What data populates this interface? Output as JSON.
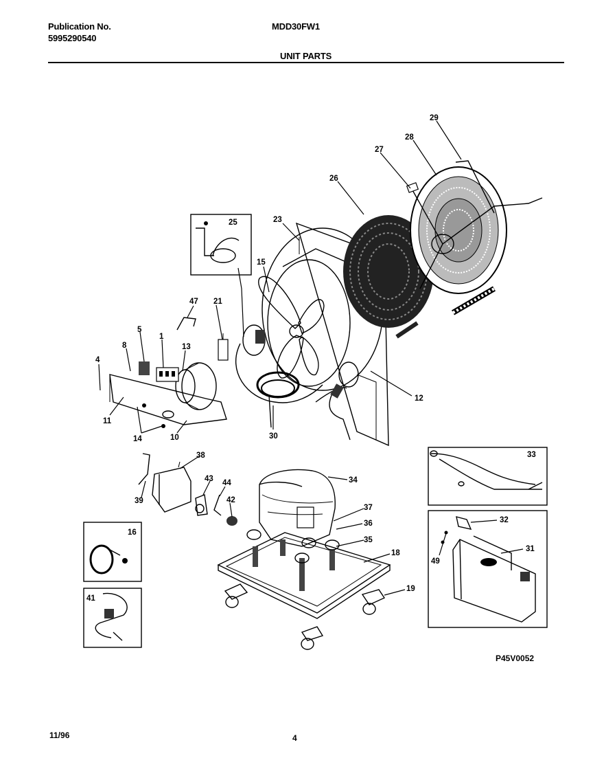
{
  "header": {
    "pub_label": "Publication No.",
    "pub_number": "5995290540",
    "model": "MDD30FW1",
    "section": "UNIT PARTS"
  },
  "diagram": {
    "code": "P45V0052",
    "part_labels": [
      "1",
      "4",
      "5",
      "8",
      "10",
      "11",
      "12",
      "13",
      "14",
      "15",
      "16",
      "18",
      "19",
      "21",
      "23",
      "25",
      "26",
      "27",
      "28",
      "29",
      "30",
      "31",
      "32",
      "33",
      "34",
      "35",
      "36",
      "37",
      "38",
      "39",
      "41",
      "42",
      "43",
      "44",
      "47",
      "49"
    ]
  },
  "footer": {
    "date": "11/96",
    "page": "4"
  }
}
